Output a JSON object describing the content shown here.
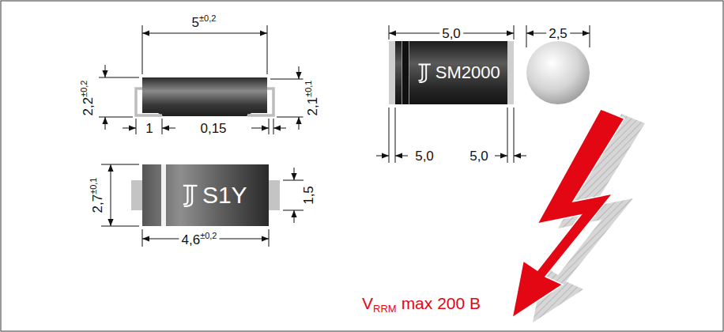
{
  "diagram": {
    "nodes": [
      {
        "text": [
          "SM2000"
        ]
      },
      {
        "text": [
          "S1Y"
        ]
      }
    ],
    "labels": [
      "5",
      "±0,2",
      "2,2",
      "±0,2",
      "2,1",
      "±0,1",
      "1",
      "0,15",
      "2,7",
      "±0,1",
      "1,5",
      "4,6",
      "±0,2",
      "5,0",
      "2,5",
      "5,0",
      "5,0",
      "V",
      "RRM",
      "max 200 B"
    ]
  }
}
